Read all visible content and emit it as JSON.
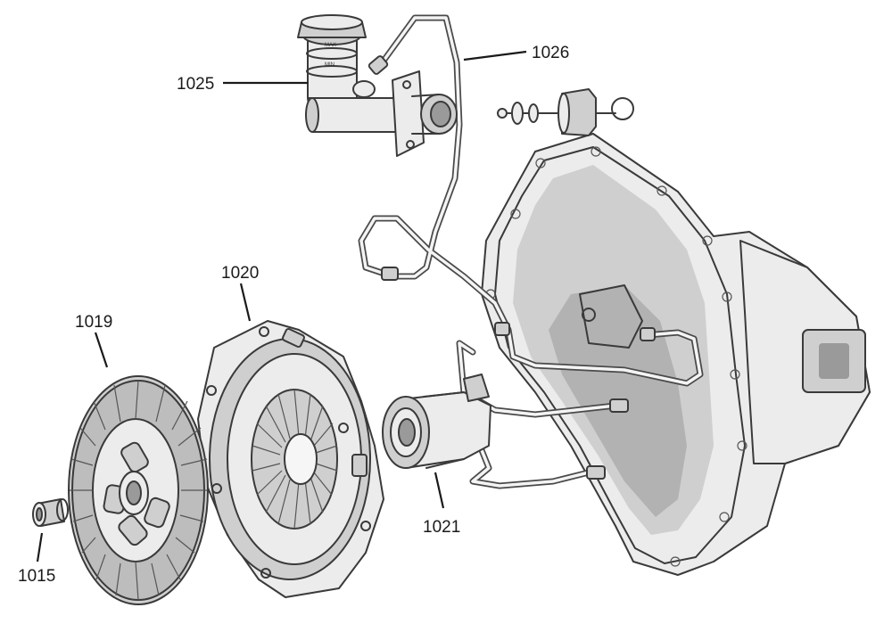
{
  "parts": [
    {
      "id": "p1015",
      "label": "1015"
    },
    {
      "id": "p1019",
      "label": "1019"
    },
    {
      "id": "p1020",
      "label": "1020"
    },
    {
      "id": "p1021",
      "label": "1021"
    },
    {
      "id": "p1025",
      "label": "1025"
    },
    {
      "id": "p1026",
      "label": "1026"
    }
  ],
  "reservoir_marks": {
    "max": "MAX",
    "min": "MIN"
  }
}
